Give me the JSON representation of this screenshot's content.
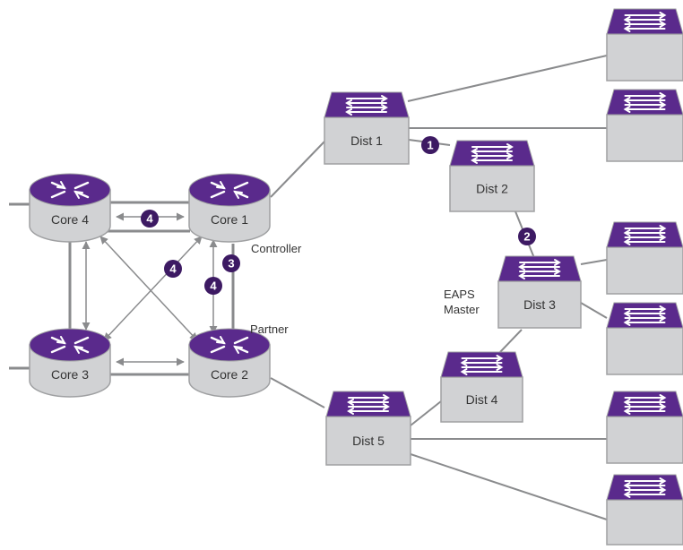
{
  "colors": {
    "device_body": "#d1d2d4",
    "device_edge": "#9fa0a2",
    "device_top": "#5a2a8c",
    "badge": "#3d1a63",
    "line": "#8a8b8d",
    "text": "#333333"
  },
  "icons": {
    "router": "router-icon",
    "switch": "switch-icon"
  },
  "routers": [
    {
      "id": "core4",
      "label": "Core 4"
    },
    {
      "id": "core1",
      "label": "Core 1"
    },
    {
      "id": "core3",
      "label": "Core 3"
    },
    {
      "id": "core2",
      "label": "Core 2"
    }
  ],
  "switches": [
    {
      "id": "dist1",
      "label": "Dist 1"
    },
    {
      "id": "dist2",
      "label": "Dist 2"
    },
    {
      "id": "dist3",
      "label": "Dist 3"
    },
    {
      "id": "dist4",
      "label": "Dist 4"
    },
    {
      "id": "dist5",
      "label": "Dist 5"
    }
  ],
  "access_switches": [
    {
      "id": "access1"
    },
    {
      "id": "access2"
    },
    {
      "id": "access3"
    },
    {
      "id": "access4"
    },
    {
      "id": "access5"
    },
    {
      "id": "access6"
    }
  ],
  "labels": {
    "controller": "Controller",
    "partner": "Partner",
    "eaps_master_line1": "EAPS",
    "eaps_master_line2": "Master"
  },
  "badges": [
    {
      "id": "b1",
      "text": "1"
    },
    {
      "id": "b2",
      "text": "2"
    },
    {
      "id": "b3",
      "text": "3"
    },
    {
      "id": "b4a",
      "text": "4"
    },
    {
      "id": "b4b",
      "text": "4"
    },
    {
      "id": "b4c",
      "text": "4"
    }
  ]
}
